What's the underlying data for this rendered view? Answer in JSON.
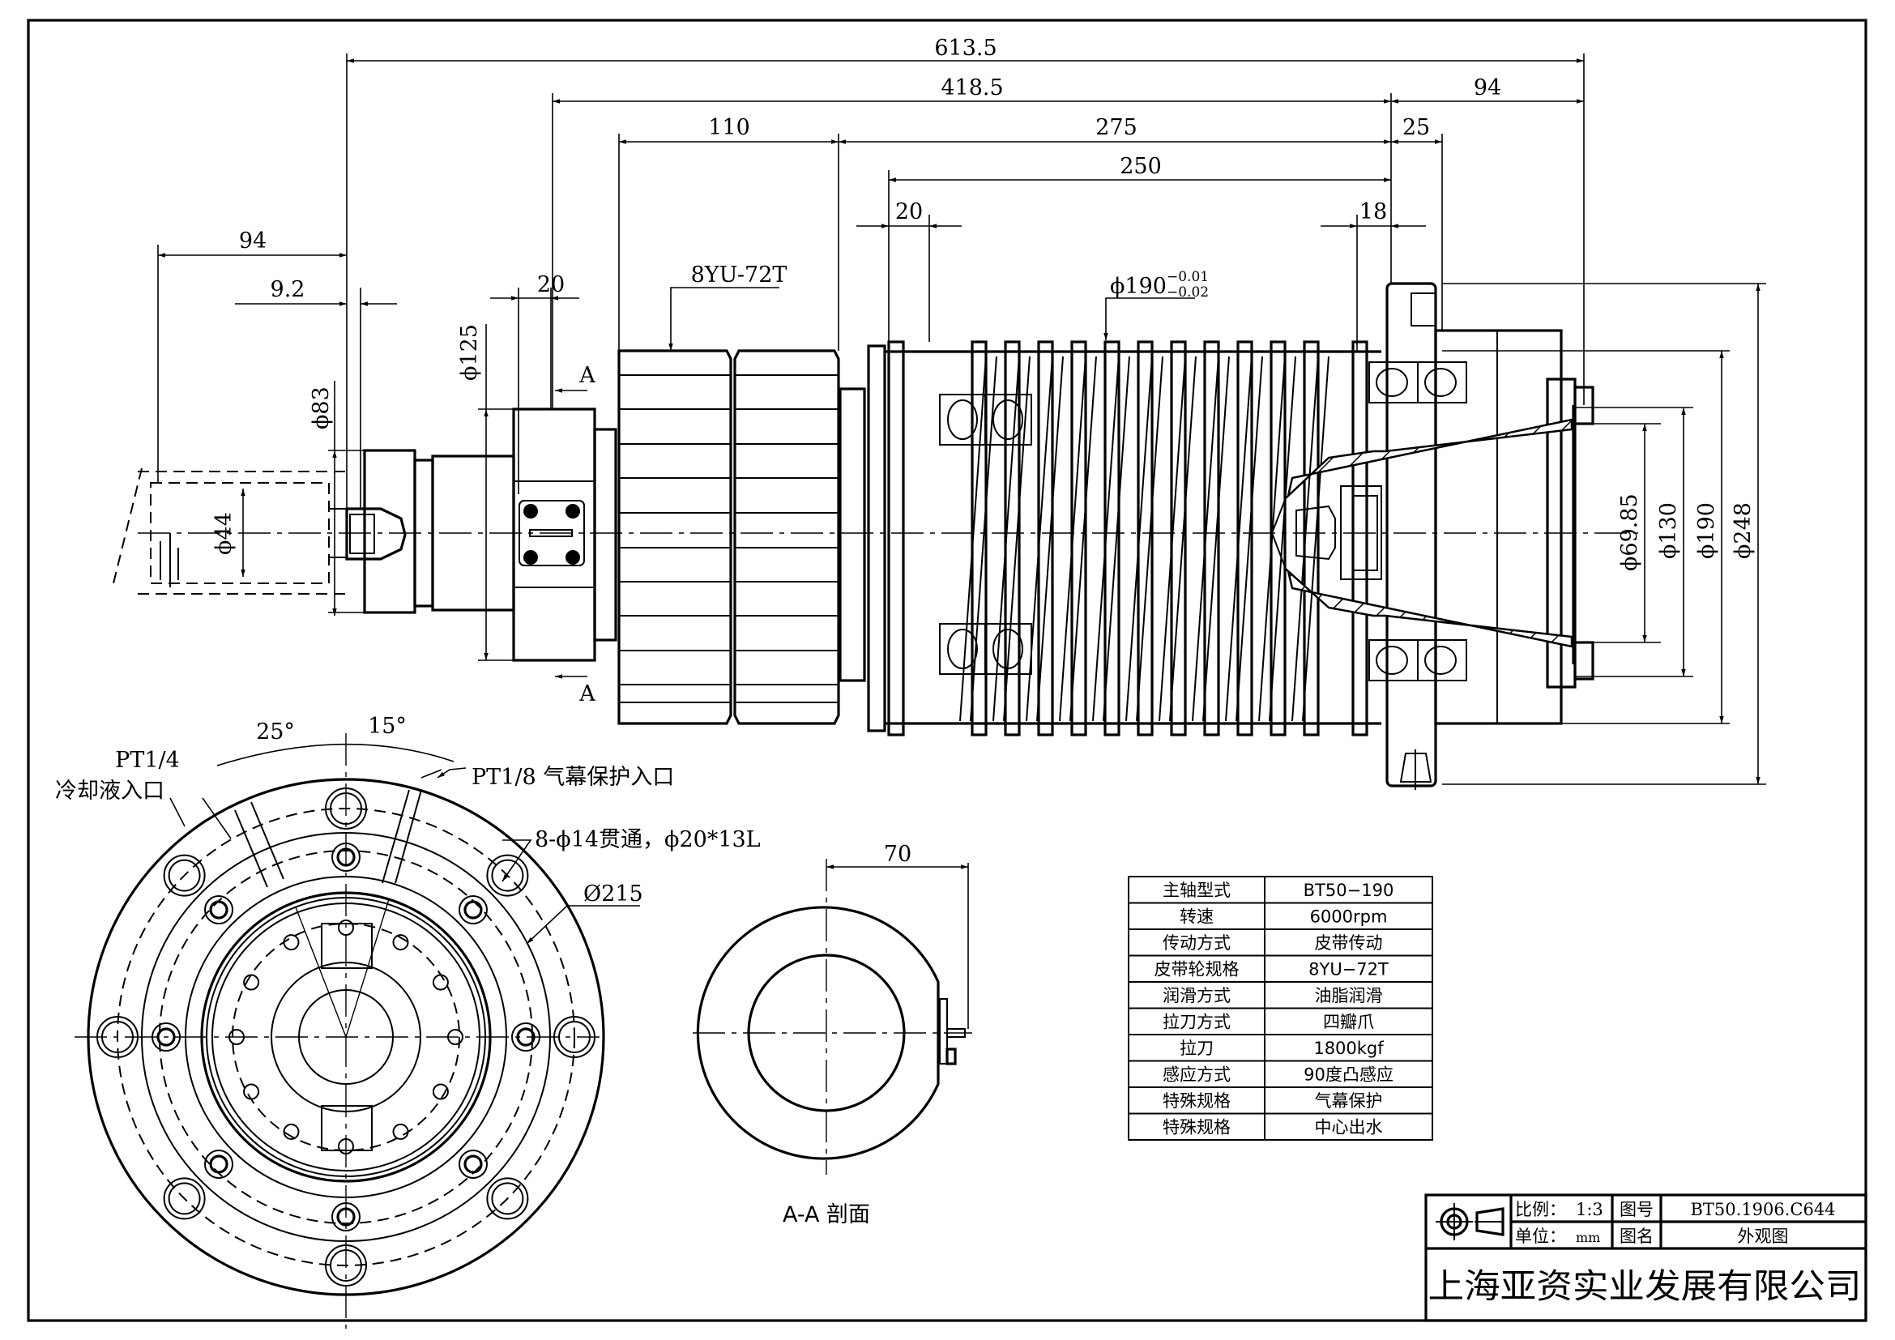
{
  "drawing": {
    "title_block": {
      "scale_label": "比例：",
      "scale_value": "1:3",
      "unit_label": "单位：",
      "unit_value": "mm",
      "drawing_no_label": "图号",
      "drawing_no_value": "BT50.1906.C644",
      "drawing_name_label": "图名",
      "drawing_name_value": "外观图",
      "company": "上海亚资实业发展有限公司",
      "projection_symbol": "first-angle-projection-icon"
    },
    "spec_table": [
      {
        "label": "主轴型式",
        "value": "BT50−190"
      },
      {
        "label": "转速",
        "value": "6000rpm"
      },
      {
        "label": "传动方式",
        "value": "皮带传动"
      },
      {
        "label": "皮带轮规格",
        "value": "8YU−72T"
      },
      {
        "label": "润滑方式",
        "value": "油脂润滑"
      },
      {
        "label": "拉刀方式",
        "value": "四瓣爪"
      },
      {
        "label": "拉刀",
        "value": "1800kgf"
      },
      {
        "label": "感应方式",
        "value": "90度凸感应"
      },
      {
        "label": "特殊规格",
        "value": "气幕保护"
      },
      {
        "label": "特殊规格",
        "value": "中心出水"
      }
    ],
    "side_view_dims": {
      "overall": "613.5",
      "body": "418.5",
      "nose": "94",
      "pulley": "110",
      "housing": "275",
      "housing_inner": "250",
      "flange": "25",
      "groove_left": "20",
      "groove_right": "18",
      "rear_joint": "94",
      "rear_offset": "9.2",
      "sensor_width": "20",
      "section_mark": "A",
      "pulley_spec": "8YU-72T",
      "housing_dia": "ϕ190",
      "housing_tol_upper": "−0.01",
      "housing_tol_lower": "−0.02",
      "dia_125": "ϕ125",
      "dia_83": "ϕ83",
      "dia_44": "ϕ44",
      "dia_69_85": "ϕ69.85",
      "dia_130": "ϕ130",
      "dia_190": "ϕ190",
      "dia_248": "ϕ248"
    },
    "front_view": {
      "angle_left": "25°",
      "angle_right": "15°",
      "coolant_port": "PT1/4",
      "coolant_label": "冷却液入口",
      "air_port": "PT1/8 气幕保护入口",
      "bolt_holes": "8-ϕ14贯通，ϕ20*13L",
      "pcd": "Ø215"
    },
    "section_view": {
      "dim": "70",
      "label": "A-A 剖面"
    }
  }
}
